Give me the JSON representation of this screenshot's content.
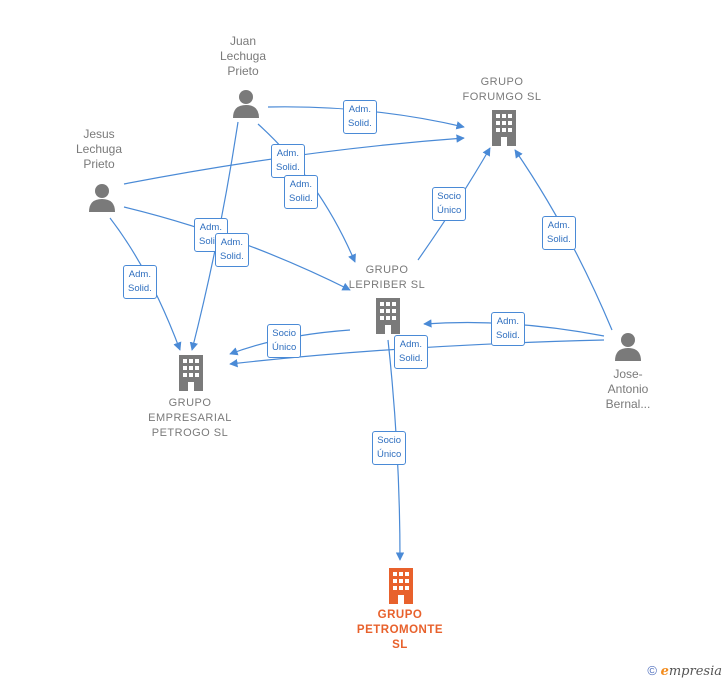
{
  "nodes": {
    "juan": "Juan\nLechuga\nPrieto",
    "jesus": "Jesus\nLechuga\nPrieto",
    "jose": "Jose-\nAntonio\nBernal...",
    "forumgo": "GRUPO\nFORUMGO  SL",
    "lepriber": "GRUPO\nLEPRIBER  SL",
    "petrogo": "GRUPO\nEMPRESARIAL\nPETROGO  SL",
    "petromonte": "GRUPO\nPETROMONTE\nSL"
  },
  "edge_labels": {
    "juan_forumgo": "Adm.\nSolid.",
    "jesus_forumgo": "Adm.\nSolid.",
    "juan_lepriber": "Adm.\nSolid.",
    "juan_petrogo": "Adm.\nSolid.",
    "jesus_lepriber": "Adm.\nSolid.",
    "jesus_petrogo": "Adm.\nSolid.",
    "lepriber_forumgo": "Socio\nÚnico",
    "jose_forumgo": "Adm.\nSolid.",
    "jose_lepriber": "Adm.\nSolid.",
    "jose_petrogo": "Adm.\nSolid.",
    "lepriber_petrogo": "Socio\nÚnico",
    "lepriber_petromonte": "Socio\nÚnico"
  },
  "colors": {
    "edge": "#4a8ad6",
    "node_gray": "#7a7a7a",
    "main_company": "#e8612c"
  },
  "footer": {
    "copyright": "©",
    "brand_e": "e",
    "brand_rest": "mpresia"
  }
}
